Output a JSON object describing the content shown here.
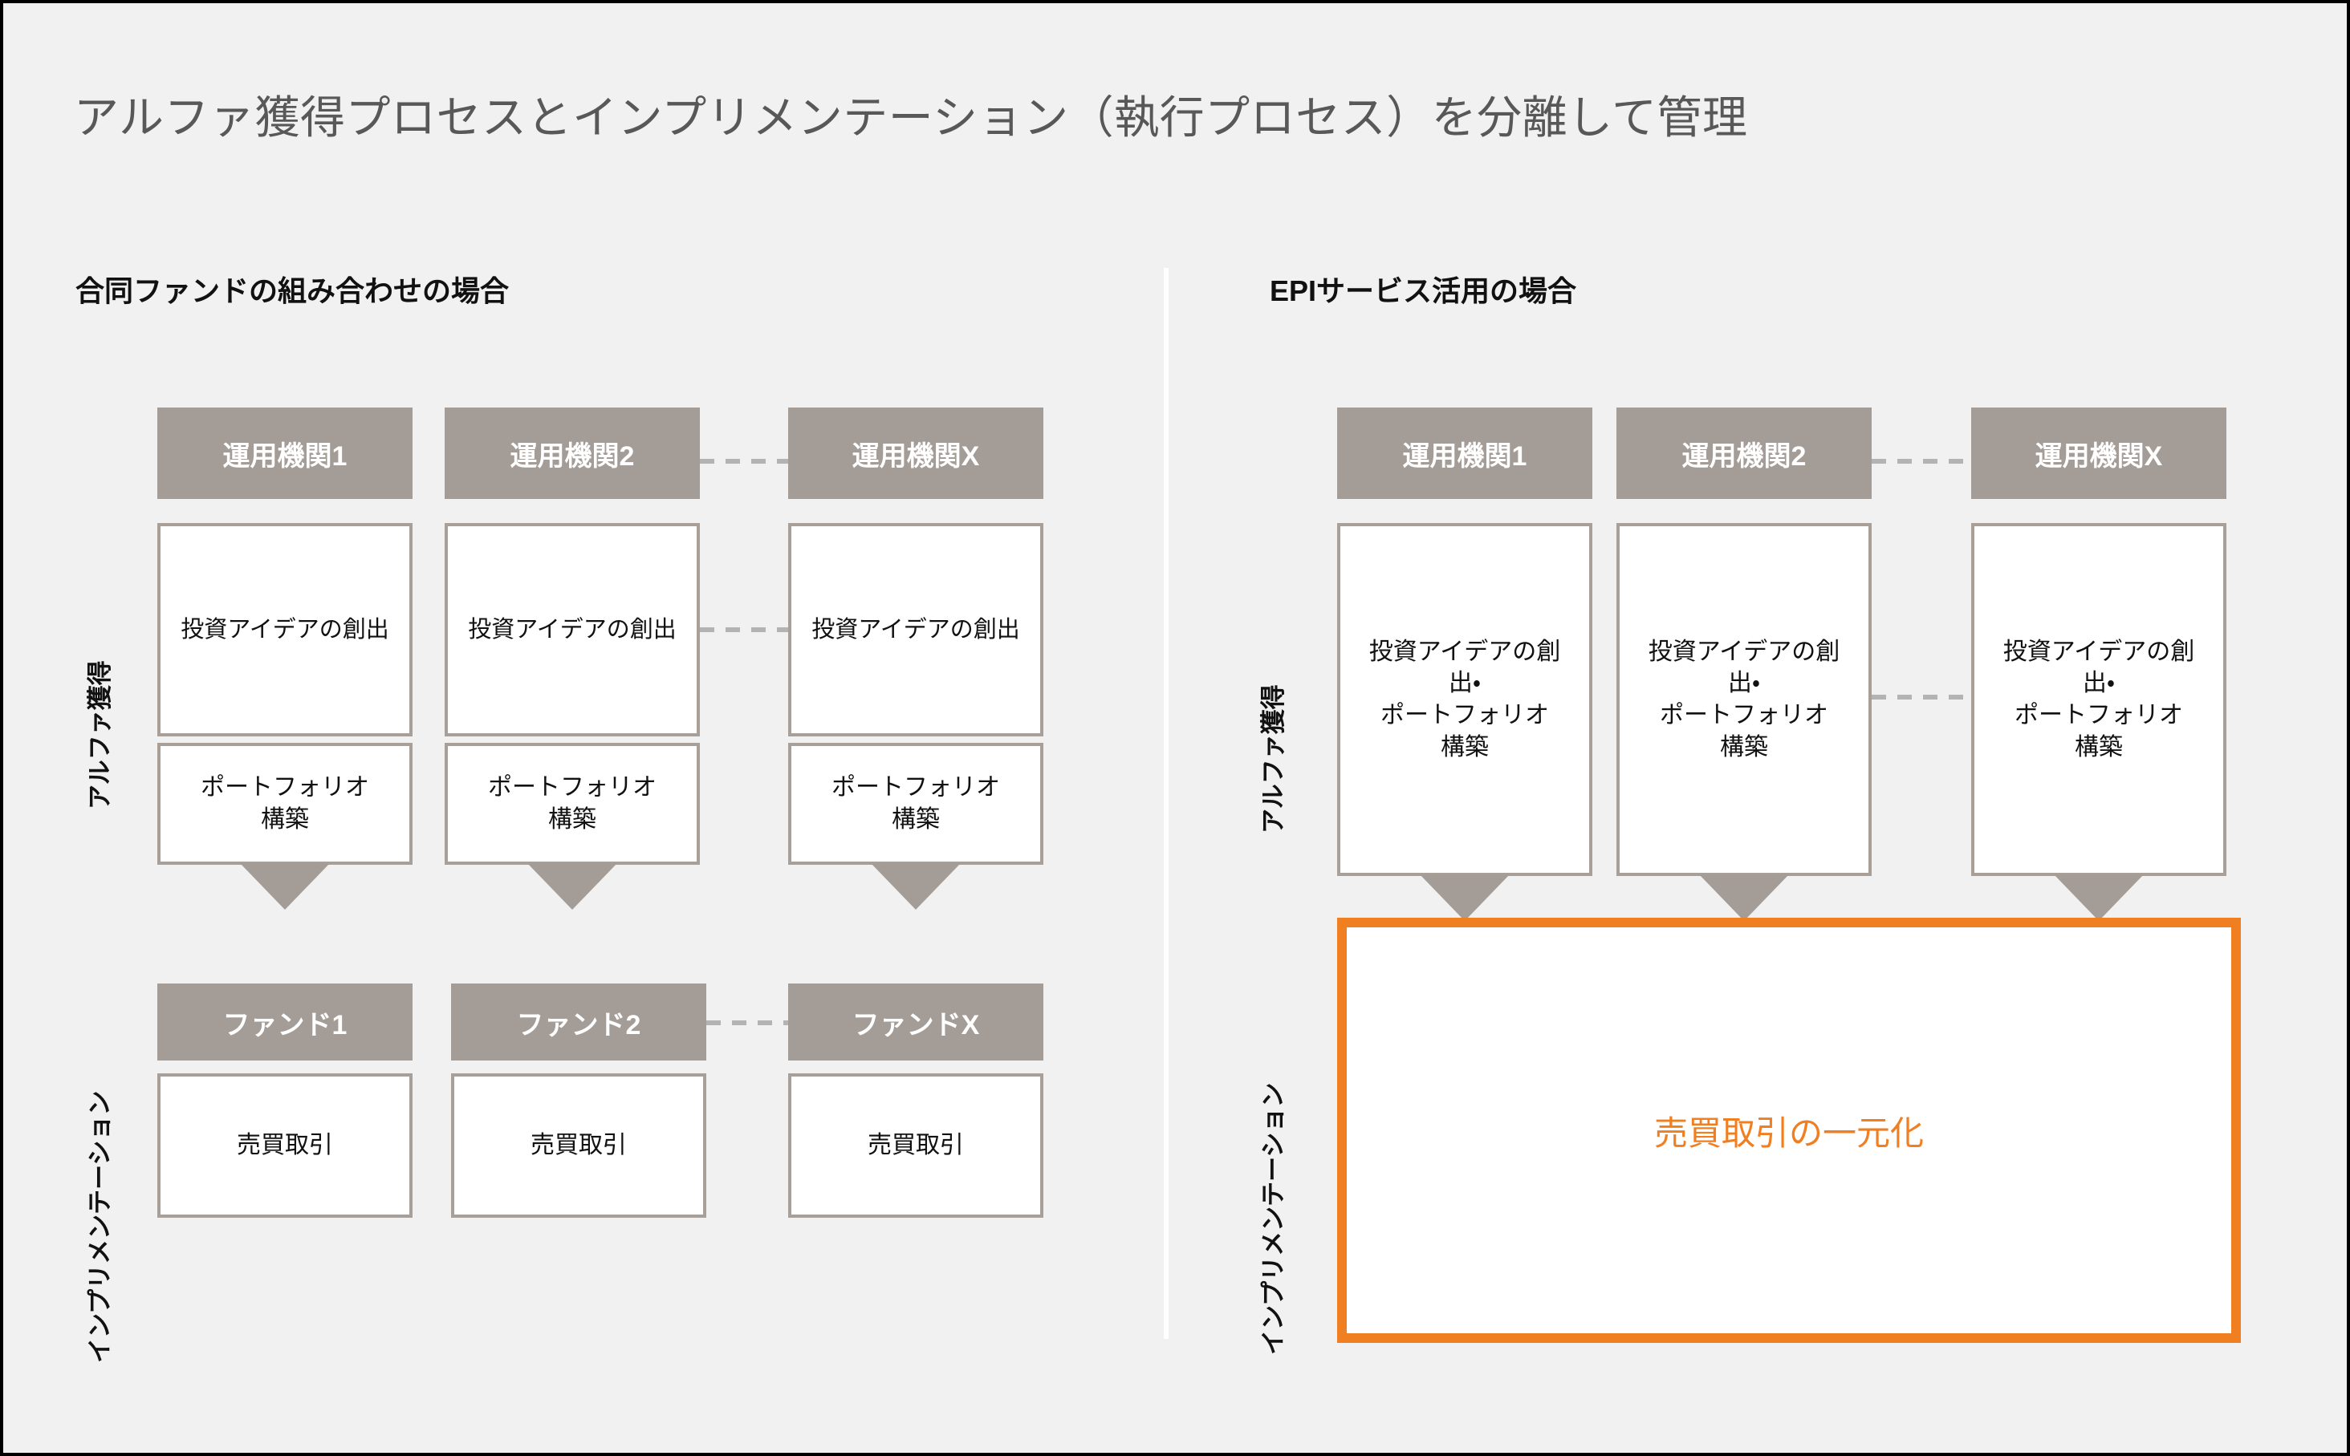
{
  "slide": {
    "title": "アルファ獲得プロセスとインプリメンテーション（執行プロセス）を分離して管理",
    "background_color": "#F1F1F1",
    "title_color": "#585858",
    "accent_gray": "#A49C96",
    "accent_orange": "#F07F22",
    "border_gray": "#A89F99",
    "dash_color": "#B3B3B3"
  },
  "left_panel": {
    "heading": "合同ファンドの組み合わせの場合",
    "side_labels": {
      "alpha": "アルファ獲得",
      "implementation": "インプリメンテーション"
    },
    "manager_columns": [
      {
        "header": "運用機関1",
        "idea_box": "投資アイデアの創出",
        "portfolio_box": "ポートフォリオ\n構築"
      },
      {
        "header": "運用機関2",
        "idea_box": "投資アイデアの創出",
        "portfolio_box": "ポートフォリオ\n構築"
      },
      {
        "header": "運用機関X",
        "idea_box": "投資アイデアの創出",
        "portfolio_box": "ポートフォリオ\n構築"
      }
    ],
    "fund_columns": [
      {
        "header": "ファンド1",
        "body": "売買取引"
      },
      {
        "header": "ファンド2",
        "body": "売買取引"
      },
      {
        "header": "ファンドX",
        "body": "売買取引"
      }
    ]
  },
  "right_panel": {
    "heading": "EPIサービス活用の場合",
    "side_labels": {
      "alpha": "アルファ獲得",
      "implementation": "インプリメンテーション"
    },
    "manager_columns": [
      {
        "header": "運用機関1",
        "combined_box": "投資アイデアの創\n出・\nポートフォリオ\n構築"
      },
      {
        "header": "運用機関2",
        "combined_box": "投資アイデアの創\n出・\nポートフォリオ\n構築"
      },
      {
        "header": "運用機関X",
        "combined_box": "投資アイデアの創\n出・\nポートフォリオ\n構築"
      }
    ],
    "unified_box": {
      "label": "売買取引の一元化",
      "border_color": "#F07F22",
      "text_color": "#F07F22"
    }
  }
}
